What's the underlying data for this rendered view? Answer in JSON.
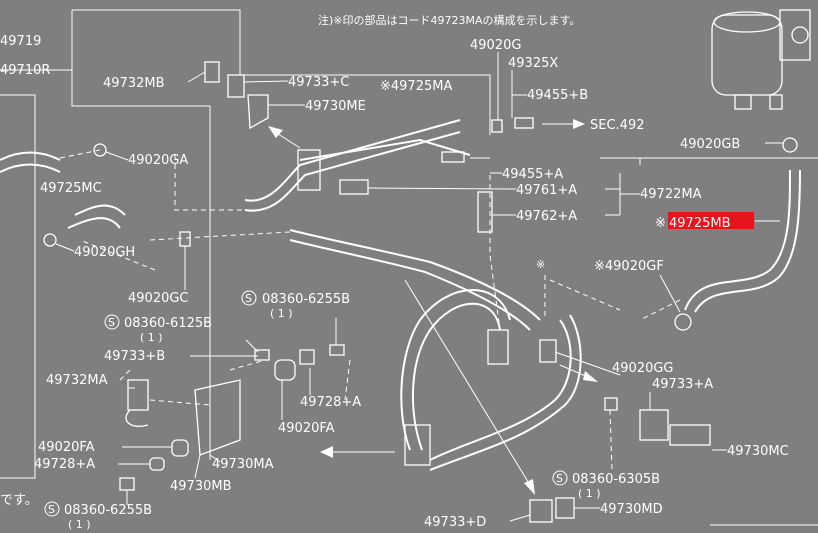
{
  "colors": {
    "background": "#7f7f7f",
    "ink": "#ffffff",
    "highlight": "#e8141c"
  },
  "note": "注)※印の部品はコード49723MAの構成を示します。",
  "note_left_fragment": "です。",
  "labels": {
    "p49719": "49719",
    "p49710r": "49710R",
    "p49732mb": "49732MB",
    "p49733c": "49733+C",
    "p49725ma": "※49725MA",
    "p49730me": "49730ME",
    "p49020g": "49020G",
    "p49325x": "49325X",
    "p49455b": "49455+B",
    "sec492": "SEC.492",
    "p49020gb": "49020GB",
    "p49020ga": "49020GA",
    "p49725mc": "49725MC",
    "p49020gh": "49020GH",
    "p49455a": "49455+A",
    "p49761a": "49761+A",
    "p49722ma": "49722MA",
    "p49762a": "49762+A",
    "p49725mb_prefix": "※",
    "p49725mb": "49725MB",
    "p49020gf": "※49020GF",
    "asterisk": "※",
    "p49020gc": "49020GC",
    "bolt1": "08360-6255B",
    "bolt1_qty": "( 1 )",
    "bolt2": "08360-6125B",
    "bolt2_qty": "( 1 )",
    "p49733b": "49733+B",
    "p49732ma": "49732MA",
    "p49728a_r": "49728+A",
    "p49020fa_r": "49020FA",
    "p49020gg": "49020GG",
    "p49733a": "49733+A",
    "p49730mc": "49730MC",
    "p49020fa_l": "49020FA",
    "p49728a_l": "49728+A",
    "p49730ma": "49730MA",
    "p49730mb": "49730MB",
    "bolt3": "08360-6305B",
    "bolt3_qty": "( 1 )",
    "bolt4": "08360-6255B",
    "bolt4_qty": "( 1 )",
    "p49733d": "49733+D",
    "p49730md": "49730MD"
  },
  "bolt_symbol": "S"
}
